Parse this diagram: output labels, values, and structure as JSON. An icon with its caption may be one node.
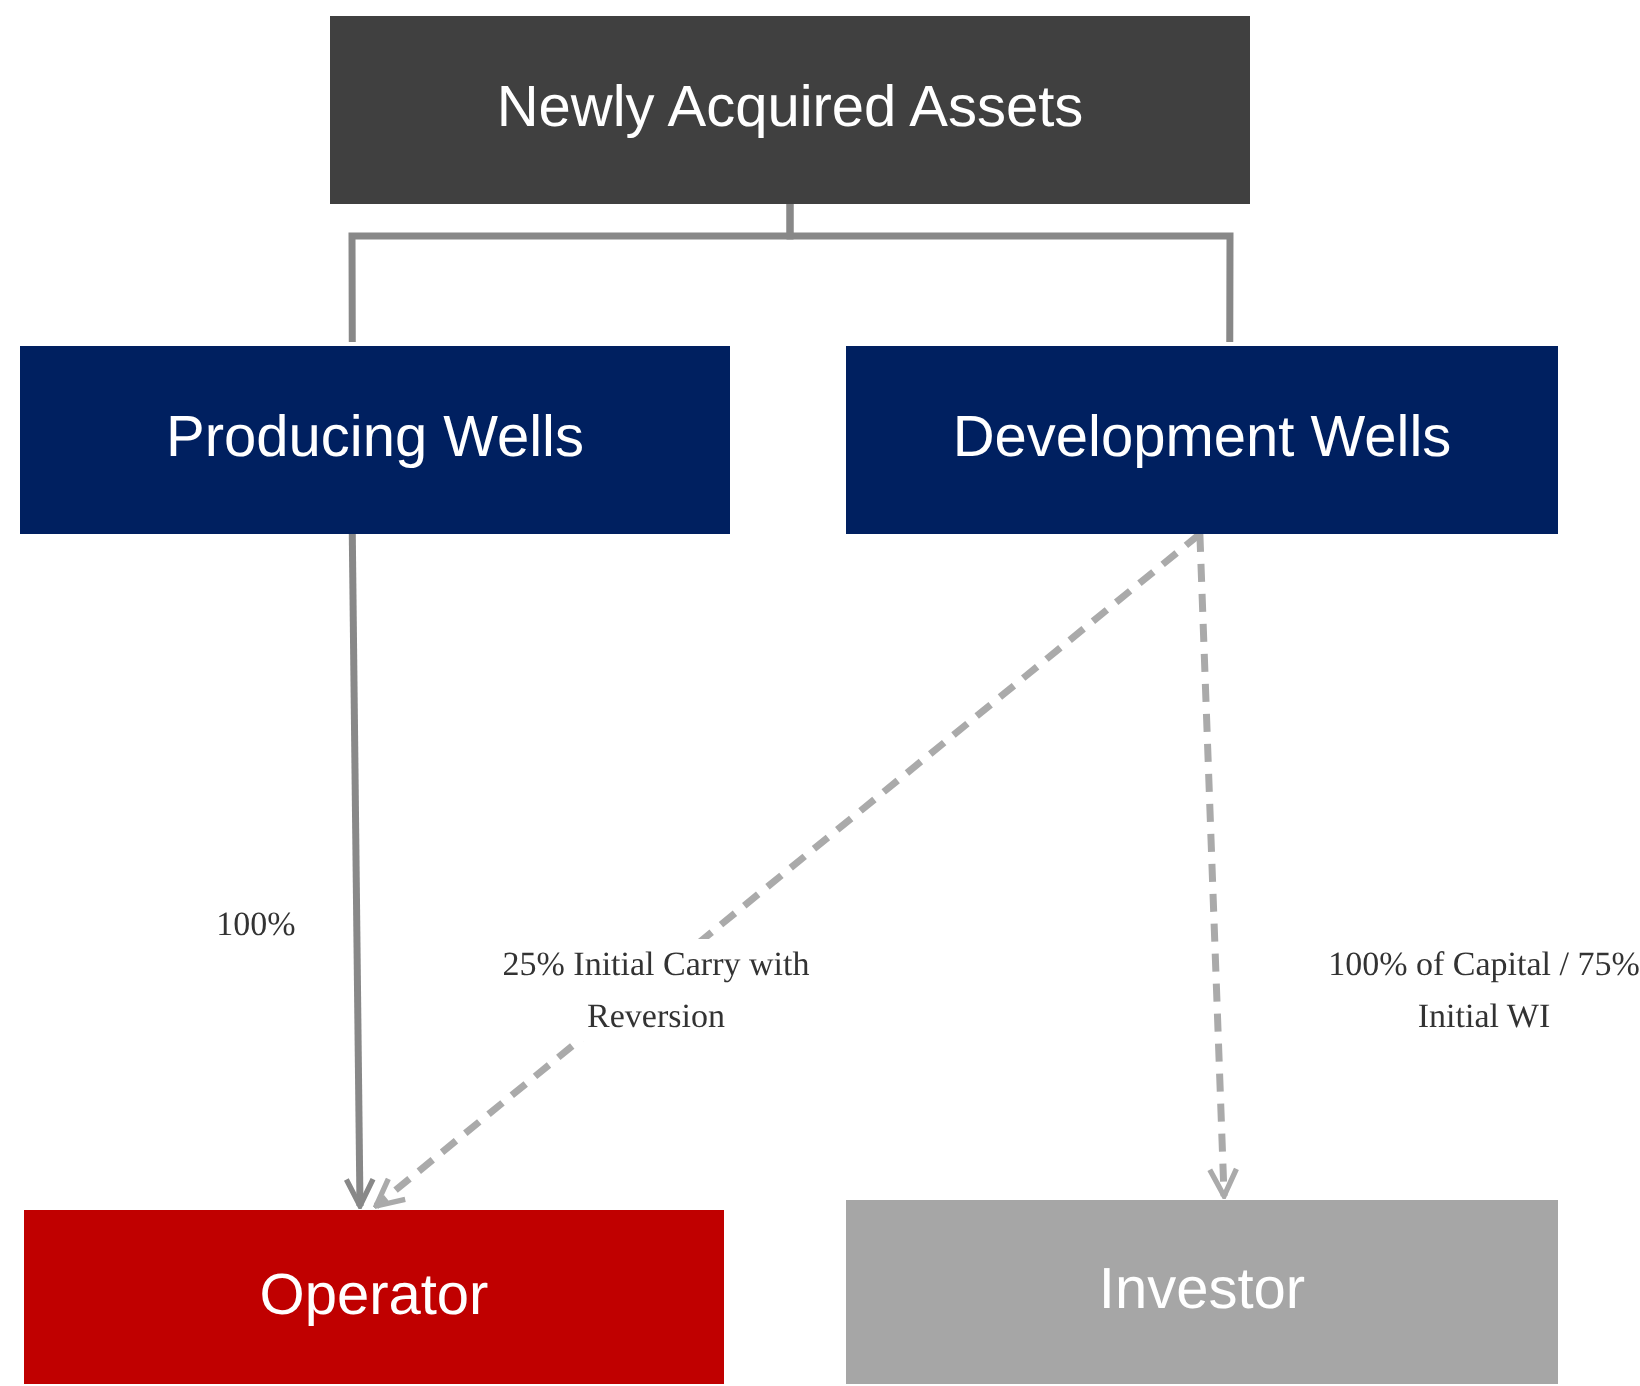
{
  "diagram": {
    "nodes": [
      {
        "text": [
          "Newly Acquired Assets"
        ]
      },
      {
        "text": [
          "Producing Wells"
        ]
      },
      {
        "text": [
          "Development Wells"
        ]
      },
      {
        "text": [
          "Operator"
        ]
      },
      {
        "text": [
          "Investor"
        ]
      }
    ],
    "edges": [
      {
        "from": 0,
        "to": 1,
        "arrow": "none"
      },
      {
        "from": 0,
        "to": 2,
        "arrow": "none"
      },
      {
        "from": 1,
        "to": 3,
        "arrow": "to",
        "label": "100%"
      },
      {
        "from": 2,
        "to": 3,
        "arrow": "to",
        "label": "25% Initial Carry with Reversion",
        "style": "dashed",
        "color": "#aaaaaa"
      },
      {
        "from": 2,
        "to": 4,
        "arrow": "to",
        "label": "100% of Capital / 75% Initial WI",
        "style": "dashed",
        "color": "#aaaaaa"
      }
    ]
  }
}
